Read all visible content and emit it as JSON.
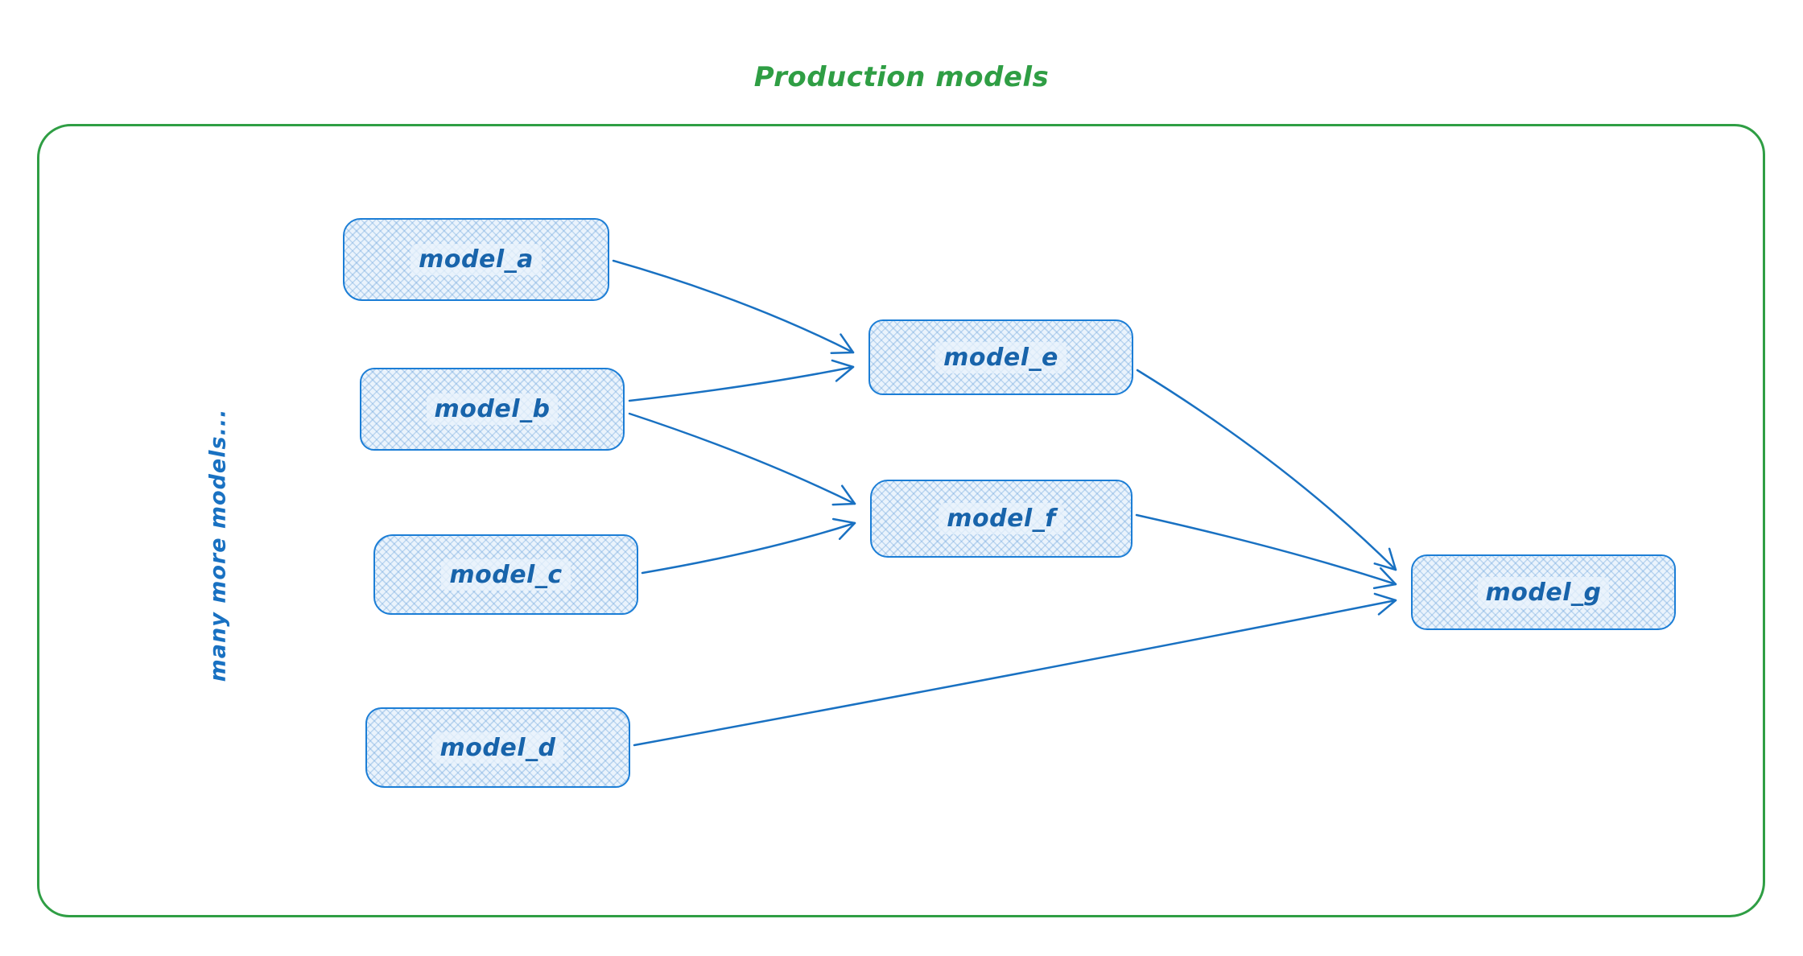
{
  "title": "Production models",
  "side_label": "many more models...",
  "colors": {
    "frame_green": "#2f9e44",
    "node_border_blue": "#1c7ed6",
    "node_fill_blue": "#eaf3fc",
    "text_blue": "#1864ab",
    "arrow_blue": "#1971c2"
  },
  "nodes": [
    {
      "id": "model_a",
      "label": "model_a"
    },
    {
      "id": "model_b",
      "label": "model_b"
    },
    {
      "id": "model_c",
      "label": "model_c"
    },
    {
      "id": "model_d",
      "label": "model_d"
    },
    {
      "id": "model_e",
      "label": "model_e"
    },
    {
      "id": "model_f",
      "label": "model_f"
    },
    {
      "id": "model_g",
      "label": "model_g"
    }
  ],
  "edges": [
    {
      "from": "model_a",
      "to": "model_e"
    },
    {
      "from": "model_b",
      "to": "model_e"
    },
    {
      "from": "model_b",
      "to": "model_f"
    },
    {
      "from": "model_c",
      "to": "model_f"
    },
    {
      "from": "model_e",
      "to": "model_g"
    },
    {
      "from": "model_f",
      "to": "model_g"
    },
    {
      "from": "model_d",
      "to": "model_g"
    }
  ]
}
